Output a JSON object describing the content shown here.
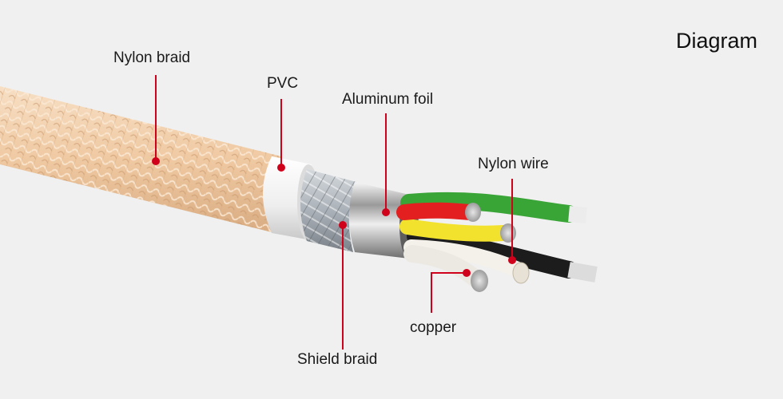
{
  "title": "Diagram",
  "accent_color": "#d0021b",
  "labels": {
    "nylon_braid": "Nylon braid",
    "pvc": "PVC",
    "aluminum_foil": "Aluminum foil",
    "nylon_wire": "Nylon wire",
    "copper": "copper",
    "shield_braid": "Shield braid"
  },
  "wire_colors": {
    "green": "#3aa537",
    "red": "#e41f1f",
    "yellow": "#f2e22e",
    "black": "#1c1c1c",
    "white": "#f4f1ea",
    "braid": "#f2d1b0"
  }
}
